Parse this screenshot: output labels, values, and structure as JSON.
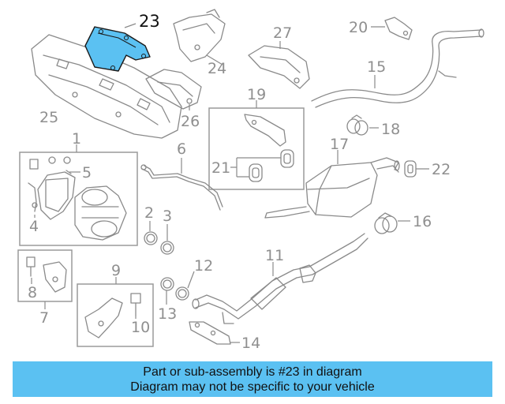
{
  "highlight_color": "#5bc1f2",
  "diagram": {
    "highlighted_part": "23",
    "callouts": {
      "p1": "1",
      "p2": "2",
      "p3": "3",
      "p4": "4",
      "p5": "5",
      "p6": "6",
      "p7": "7",
      "p8": "8",
      "p9": "9",
      "p10": "10",
      "p11": "11",
      "p12": "12",
      "p13": "13",
      "p14": "14",
      "p15": "15",
      "p16": "16",
      "p17": "17",
      "p18": "18",
      "p19": "19",
      "p20": "20",
      "p21": "21",
      "p22": "22",
      "p23": "23",
      "p24": "24",
      "p25": "25",
      "p26": "26",
      "p27": "27"
    }
  },
  "banner": {
    "line1": "Part or sub-assembly is #23 in diagram",
    "line2": "Diagram may not be specific to your vehicle"
  }
}
